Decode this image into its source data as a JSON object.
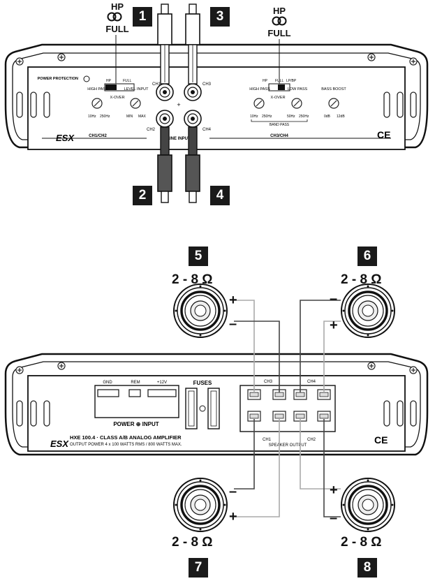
{
  "top_panel": {
    "switch_labels_left": [
      "HP",
      "FULL"
    ],
    "switch_labels_right": [
      "HP",
      "FULL"
    ],
    "callouts": [
      "1",
      "2",
      "3",
      "4"
    ],
    "power_protection": "POWER PROTECTION",
    "hp_label": "HP",
    "full_label": "FULL",
    "lpbp_label": "LP/BP",
    "high_pass": "HIGH PASS",
    "low_pass": "LOW PASS",
    "level_input": "LEVEL INPUT",
    "x_over": "X-OVER",
    "bass_boost": "BASS BOOST",
    "band_pass": "BAND PASS",
    "min": "MIN",
    "max": "MAX",
    "hz10": "10Hz",
    "hz250": "250Hz",
    "hz50": "50Hz",
    "db0": "0dB",
    "db12": "12dB",
    "ch1": "CH1",
    "ch2": "CH2",
    "ch3": "CH3",
    "ch4": "CH4",
    "line_input": "LINE INPUT",
    "ch12": "CH1/CH2",
    "ch34": "CH3/CH4",
    "ce": "CE"
  },
  "bottom_panel": {
    "gnd": "GND",
    "rem": "REM",
    "v12": "+12V",
    "fuses": "FUSES",
    "power_input": "POWER ⊕ INPUT",
    "model": "HXE 100.4 · CLASS A/B ANALOG AMPLIFIER",
    "output_power": "OUTPUT POWER 4 x 100 WATTS RMS / 800 WATTS MAX.",
    "ch1": "CH1",
    "ch2": "CH2",
    "ch3": "CH3",
    "ch4": "CH4",
    "speaker_output": "SPEAKER OUTPUT",
    "ce": "CE"
  },
  "speakers": [
    {
      "callout": "5",
      "impedance": "2 - 8 Ω",
      "plus": "+",
      "minus": "–"
    },
    {
      "callout": "6",
      "impedance": "2 - 8 Ω",
      "plus": "+",
      "minus": "–"
    },
    {
      "callout": "7",
      "impedance": "2 - 8 Ω",
      "plus": "+",
      "minus": "–"
    },
    {
      "callout": "8",
      "impedance": "2 - 8 Ω",
      "plus": "+",
      "minus": "–"
    }
  ]
}
